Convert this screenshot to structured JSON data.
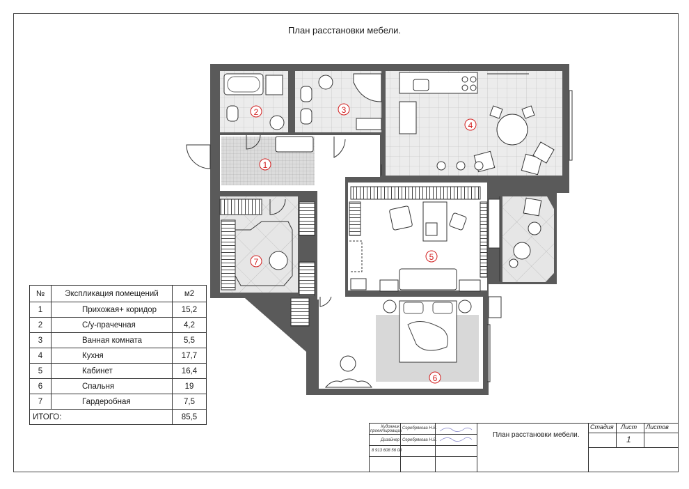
{
  "title": "План расстановки мебели.",
  "room_numbers": [
    "1",
    "2",
    "3",
    "4",
    "5",
    "6",
    "7"
  ],
  "table": {
    "header": [
      "№",
      "Экспликация помещений",
      "м2"
    ],
    "rows": [
      [
        "1",
        "Прихожая+ коридор",
        "15,2"
      ],
      [
        "2",
        "С/у-прачечная",
        "4,2"
      ],
      [
        "3",
        "Ванная комната",
        "5,5"
      ],
      [
        "4",
        "Кухня",
        "17,7"
      ],
      [
        "5",
        "Кабинет",
        "16,4"
      ],
      [
        "6",
        "Спальня",
        "19"
      ],
      [
        "7",
        "Гардеробная",
        "7,5"
      ]
    ],
    "total_label": "ИТОГО:",
    "total_value": "85,5"
  },
  "stamp": {
    "role1": "Художник проектировщик",
    "name1": "Серебрякова Н.В.",
    "role2": "Дизайнер",
    "name2": "Серебрякова Н.В.",
    "phone": "8 913 608 56 08",
    "sheet_title": "План расстановки мебели.",
    "col_stage": "Стадия",
    "col_sheet": "Лист",
    "col_sheets": "Листов",
    "sheet_number": "1"
  },
  "colors": {
    "wall": "#5a5a5a",
    "accent": "#d21f1f"
  }
}
